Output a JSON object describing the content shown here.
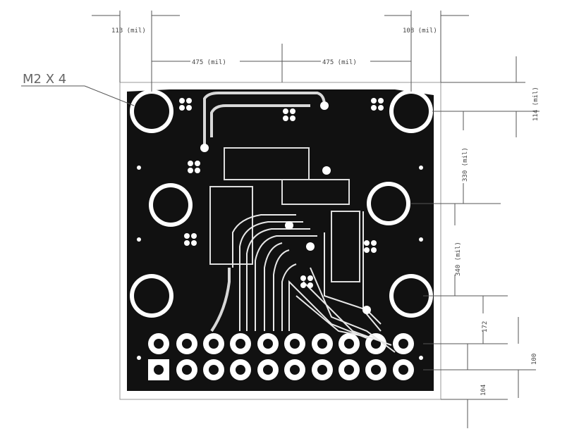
{
  "title_label": "M2 X 4",
  "dimensions": {
    "top_left_offset": "113 (mil)",
    "top_right_offset": "108 (mil)",
    "span_left": "475 (mil)",
    "span_right": "475 (mil)",
    "right_top": "114 (mil)",
    "right_upper": "330 (mil)",
    "right_middle": "340 (mil)",
    "right_lower": "172",
    "right_bottom_a": "100",
    "right_bottom_b": "104"
  },
  "colors": {
    "board": "#111111",
    "copper_clear": "#ffffff",
    "dimension_lines": "#555555"
  },
  "connector": {
    "rows": 2,
    "columns": 10
  },
  "mounting_holes": 6
}
